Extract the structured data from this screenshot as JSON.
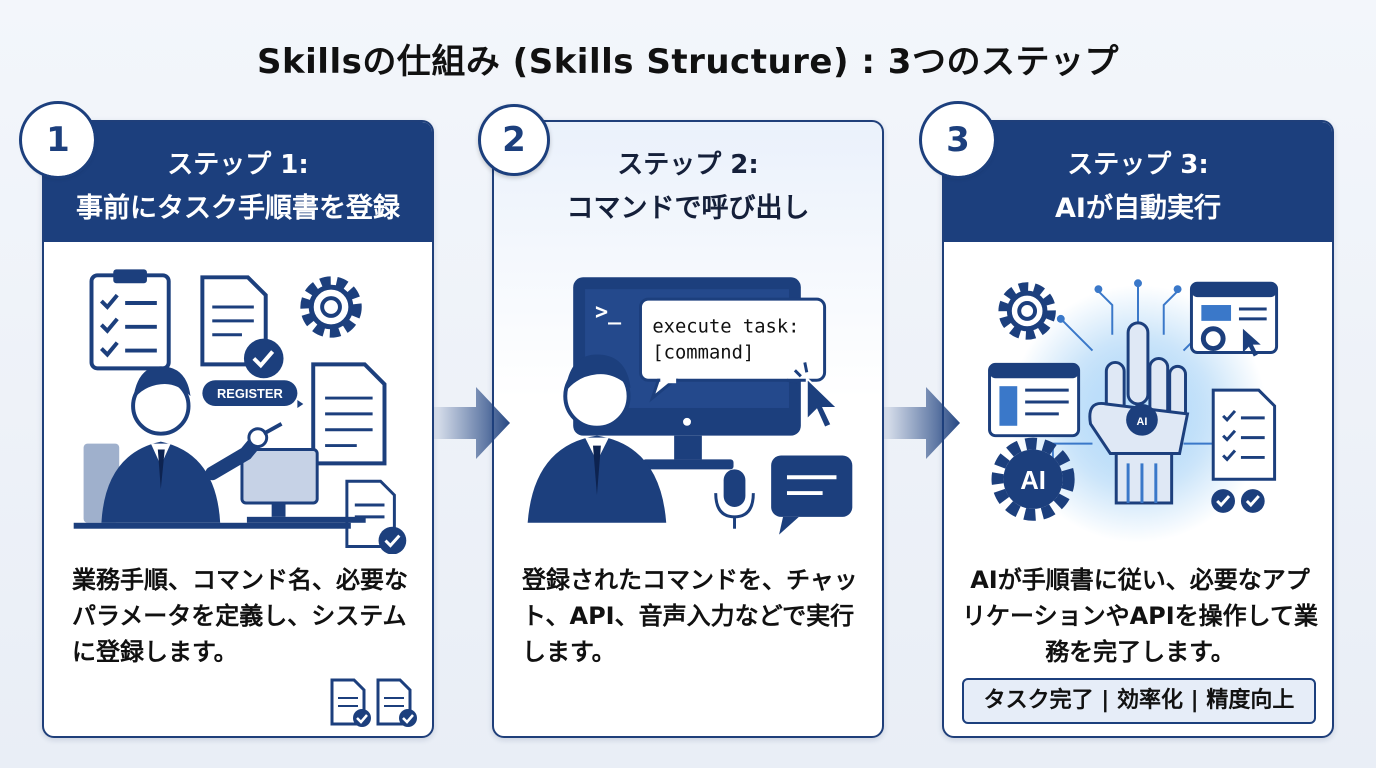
{
  "title": "Skillsの仕組み (Skills Structure) : 3つのステップ",
  "steps": [
    {
      "number": "1",
      "label": "ステップ 1:",
      "subtitle": "事前にタスク手順書を登録",
      "description": "業務手順、コマンド名、必要なパラメータを定義し、システムに登録します。",
      "illustration_text": "REGISTER"
    },
    {
      "number": "2",
      "label": "ステップ 2:",
      "subtitle": "コマンドで呼び出し",
      "description": "登録されたコマンドを、チャット、API、音声入力などで実行します。",
      "terminal_prompt": ">_",
      "bubble_line1": "execute task:",
      "bubble_line2": "[command]"
    },
    {
      "number": "3",
      "label": "ステップ 3:",
      "subtitle": "AIが自動実行",
      "description": "AIが手順書に従い、必要なアプリケーションやAPIを操作して業務を完了します。",
      "result": "タスク完了 | 効率化 | 精度向上",
      "chip_text": "AI",
      "gear_text": "AI"
    }
  ],
  "colors": {
    "navy": "#1c3f7d",
    "accent": "#3a78c9",
    "glow": "#6fb6f0"
  }
}
